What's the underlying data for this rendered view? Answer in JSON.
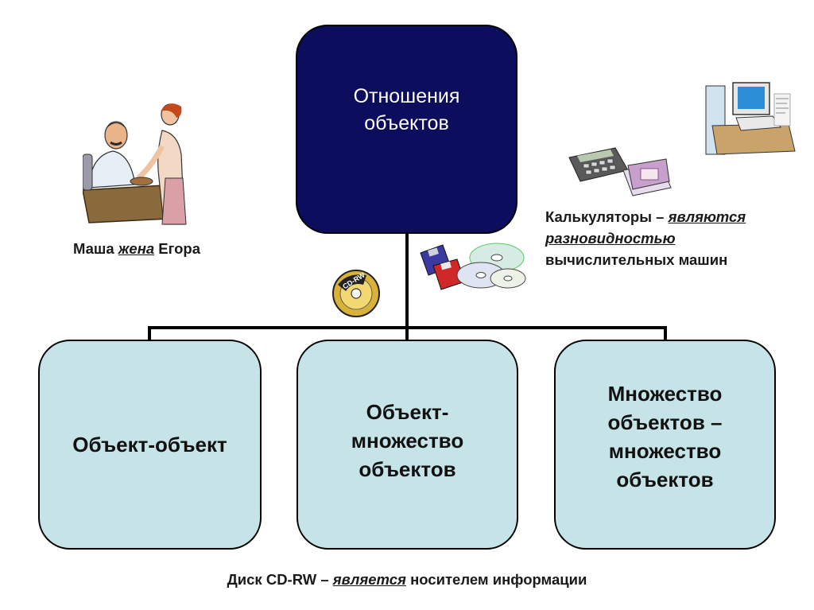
{
  "root": {
    "label": "Отношения\nобъектов"
  },
  "children": [
    {
      "label": "Объект-объект"
    },
    {
      "label": "Объект-\nмножество\nобъектов"
    },
    {
      "label": "Множество\nобъектов –\nмножество\nобъектов"
    }
  ],
  "captions": {
    "masha": {
      "pre": "Маша ",
      "em": "жена",
      "post": " Егора"
    },
    "calc": {
      "pre": "Калькуляторы – ",
      "em1": "являются",
      "em2": "разновидностью",
      "post": "вычислительных машин"
    },
    "disk": {
      "pre": "Диск CD-RW – ",
      "em": "является",
      "post": " носителем информации"
    }
  },
  "cd_label": "CD-RW",
  "colors": {
    "root_fill": "#0d0d5e",
    "child_fill": "#c6e4e8",
    "connector": "#000000"
  },
  "icons": [
    "people-illustration",
    "computer-icon",
    "calculator-icon",
    "cd-rw-disc-icon",
    "floppy-and-cds-icon"
  ]
}
